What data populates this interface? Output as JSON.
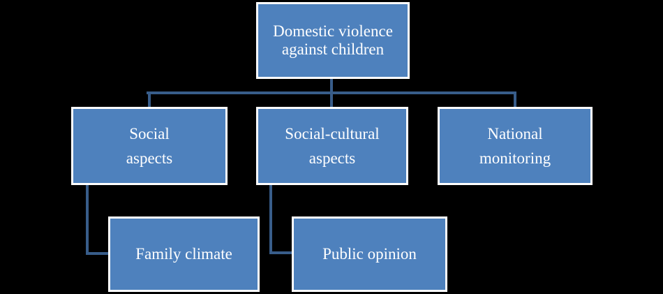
{
  "diagram": {
    "title": "Domestic violence against children hierarchy chart",
    "colors": {
      "background": "#000000",
      "node_fill": "#4e81bd",
      "node_border": "#ffffff",
      "connector": "#385d8a",
      "text": "#ffffff"
    },
    "nodes": {
      "root": {
        "label": "Domestic violence against children",
        "lines": [
          "Domestic violence",
          "against children"
        ]
      },
      "social": {
        "label": "Social aspects",
        "lines": [
          "Social",
          "aspects"
        ]
      },
      "cultural": {
        "label": "Social-cultural aspects",
        "lines": [
          "Social-cultural",
          "aspects"
        ]
      },
      "monitoring": {
        "label": "National monitoring",
        "lines": [
          "National",
          "monitoring"
        ]
      },
      "family": {
        "label": "Family climate",
        "lines": [
          "Family climate"
        ]
      },
      "opinion": {
        "label": "Public opinion",
        "lines": [
          "Public opinion"
        ]
      }
    },
    "edges": [
      "root-cultural",
      "root-social",
      "root-monitoring",
      "social-family",
      "cultural-opinion"
    ]
  }
}
